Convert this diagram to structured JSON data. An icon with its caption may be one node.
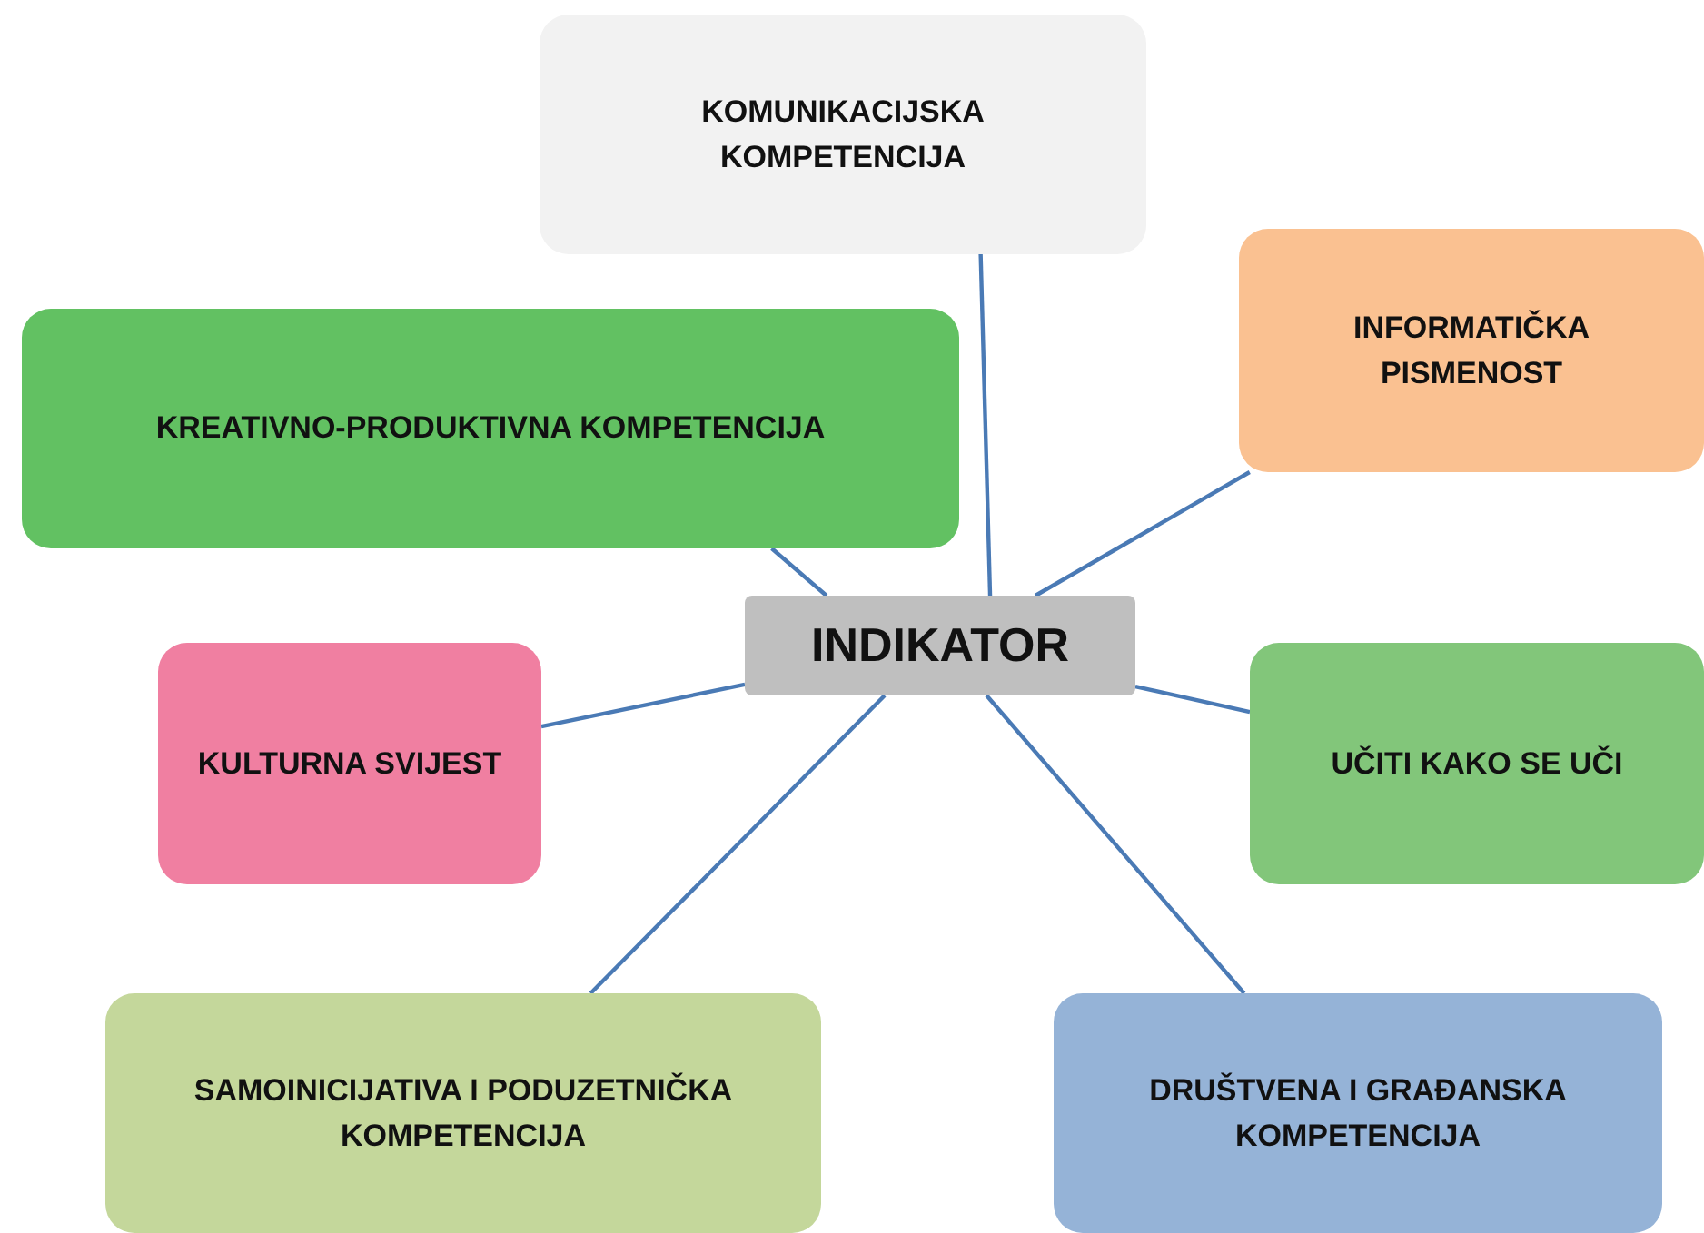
{
  "diagram": {
    "nodes": [
      {
        "text": [
          "INDIKATOR"
        ]
      },
      {
        "text": [
          "KOMUNIKACIJSKA KOMPETENCIJA"
        ]
      },
      {
        "text": [
          "KREATIVNO-PRODUKTIVNA KOMPETENCIJA"
        ]
      },
      {
        "text": [
          "INFORMATIČKA PISMENOST"
        ]
      },
      {
        "text": [
          "KULTURNA SVIJEST"
        ]
      },
      {
        "text": [
          "UČITI KAKO SE UČI"
        ]
      },
      {
        "text": [
          "SAMOINICIJATIVA  I PODUZETNIČKA KOMPETENCIJA"
        ]
      },
      {
        "text": [
          "DRUŠTVENA I GRAĐANSKA KOMPETENCIJA"
        ]
      }
    ],
    "edges": [
      {
        "from": 0,
        "to": 1,
        "arrow": "none"
      },
      {
        "from": 0,
        "to": 2,
        "arrow": "none"
      },
      {
        "from": 0,
        "to": 3,
        "arrow": "none"
      },
      {
        "from": 0,
        "to": 4,
        "arrow": "none"
      },
      {
        "from": 0,
        "to": 5,
        "arrow": "none"
      },
      {
        "from": 0,
        "to": 6,
        "arrow": "none"
      },
      {
        "from": 0,
        "to": 7,
        "arrow": "none"
      }
    ]
  }
}
